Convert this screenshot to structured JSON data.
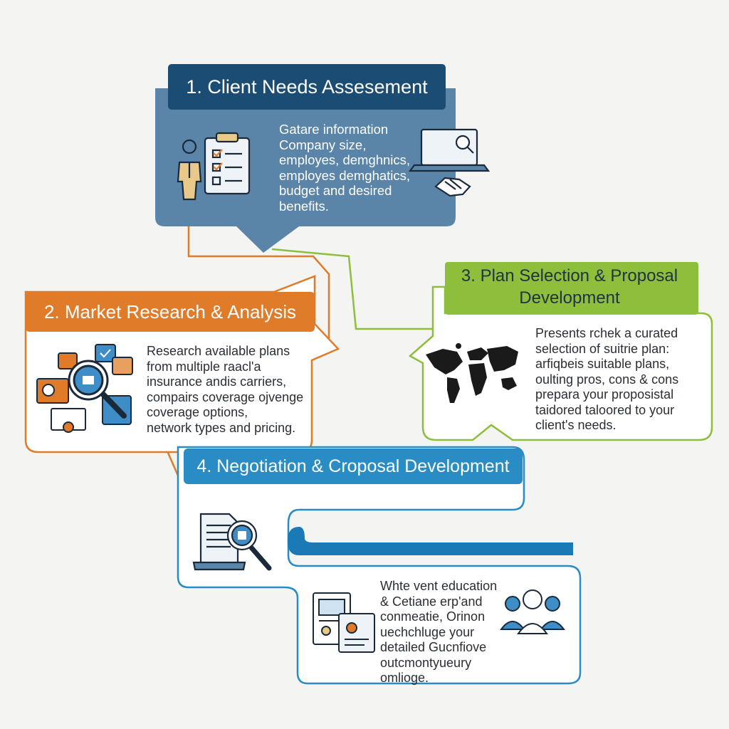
{
  "steps": [
    {
      "id": 1,
      "title": "1. Client Needs Assesement",
      "description": [
        "Gatare information",
        "Company size,",
        "employes, demghnics,",
        "employes demghatics,",
        "budget and desired",
        "benefits."
      ],
      "icons": [
        "person-icon",
        "clipboard-checklist-icon",
        "laptop-search-icon",
        "handshake-icon"
      ],
      "colors": {
        "header": "#1b4d74",
        "body": "#5a84a8"
      }
    },
    {
      "id": 2,
      "title": "2. Market Research & Analysis",
      "description": [
        "Research available plans",
        "from multiple raacl'a",
        "insurance andis carriers,",
        "compairs coverage ojvenge",
        "coverage options,",
        "network types and pricing."
      ],
      "icons": [
        "research-collage-icon",
        "magnifier-icon"
      ],
      "colors": {
        "header": "#e07b2a",
        "body": "#ffffff"
      }
    },
    {
      "id": 3,
      "title": "3. Plan Selection & Proposal Development",
      "description": [
        "Presents rchek a curated",
        "selection of suitrie plan:",
        "arfiqbeis suitable plans,",
        "oulting pros, cons & cons",
        "prepara your proposistal",
        "taidored taloored to your",
        "client's needs."
      ],
      "icons": [
        "world-map-icon"
      ],
      "colors": {
        "header": "#8dbf3c",
        "body": "#ffffff"
      }
    },
    {
      "id": 4,
      "title": "4. Negotiation & Croposal Development",
      "description": [
        "Whte vent education",
        "& Cetiane erp'and",
        "conmeatie, Orinon",
        "uechchluge your",
        "detailed Gucnfiove",
        "outcmontyueury",
        "omlioge."
      ],
      "icons": [
        "document-search-icon",
        "profile-documents-icon",
        "team-icon"
      ],
      "colors": {
        "header": "#2a8cc4",
        "body": "#ffffff"
      }
    }
  ]
}
